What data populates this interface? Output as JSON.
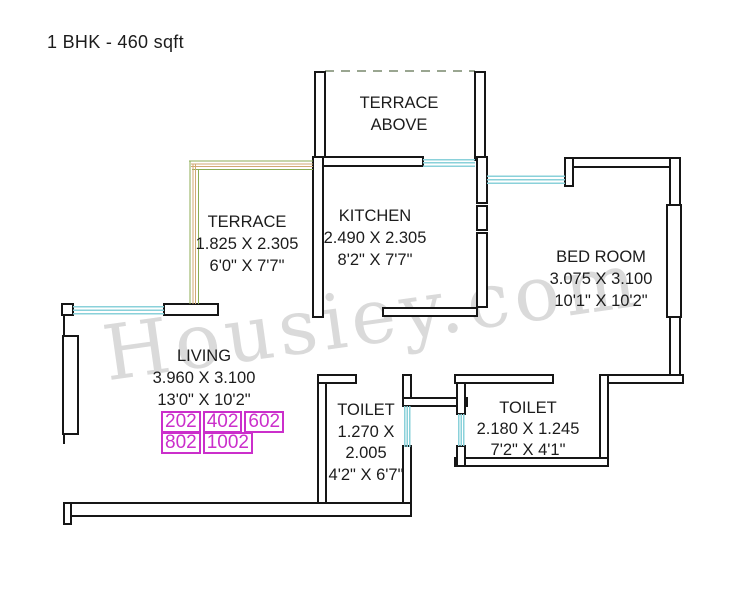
{
  "title": "1 BHK - 460 sqft",
  "watermark": "Housiey.com",
  "rooms": {
    "terrace_above": {
      "line1": "TERRACE",
      "line2": "ABOVE"
    },
    "terrace": {
      "name": "TERRACE",
      "dim_m": "1.825 X 2.305",
      "dim_ft": "6'0\" X 7'7\""
    },
    "kitchen": {
      "name": "KITCHEN",
      "dim_m": "2.490 X 2.305",
      "dim_ft": "8'2\" X 7'7\""
    },
    "bedroom": {
      "name": "BED ROOM",
      "dim_m": "3.075 X 3.100",
      "dim_ft": "10'1\" X 10'2\""
    },
    "living": {
      "name": "LIVING",
      "dim_m": "3.960 X 3.100",
      "dim_ft": "13'0\" X 10'2\""
    },
    "toilet_center": {
      "name": "TOILET",
      "dim_m_line1": "1.270 X",
      "dim_m_line2": "2.005",
      "dim_ft": "4'2\" X 6'7\""
    },
    "toilet_right": {
      "name": "TOILET",
      "dim_m": "2.180 X 1.245",
      "dim_ft": "7'2\" X 4'1\""
    }
  },
  "unit_numbers": {
    "row1": [
      "202",
      "402",
      "602"
    ],
    "row2": [
      "802",
      "1002"
    ]
  },
  "colors": {
    "wall": "#161616",
    "text": "#1c1c1c",
    "window": "#8ad1da",
    "railing_green": "#8cae54",
    "railing_tan": "#d2a972",
    "dashed_line": "#9aa691",
    "unit_accent": "#cb2fcb",
    "watermark": "#dadada"
  }
}
